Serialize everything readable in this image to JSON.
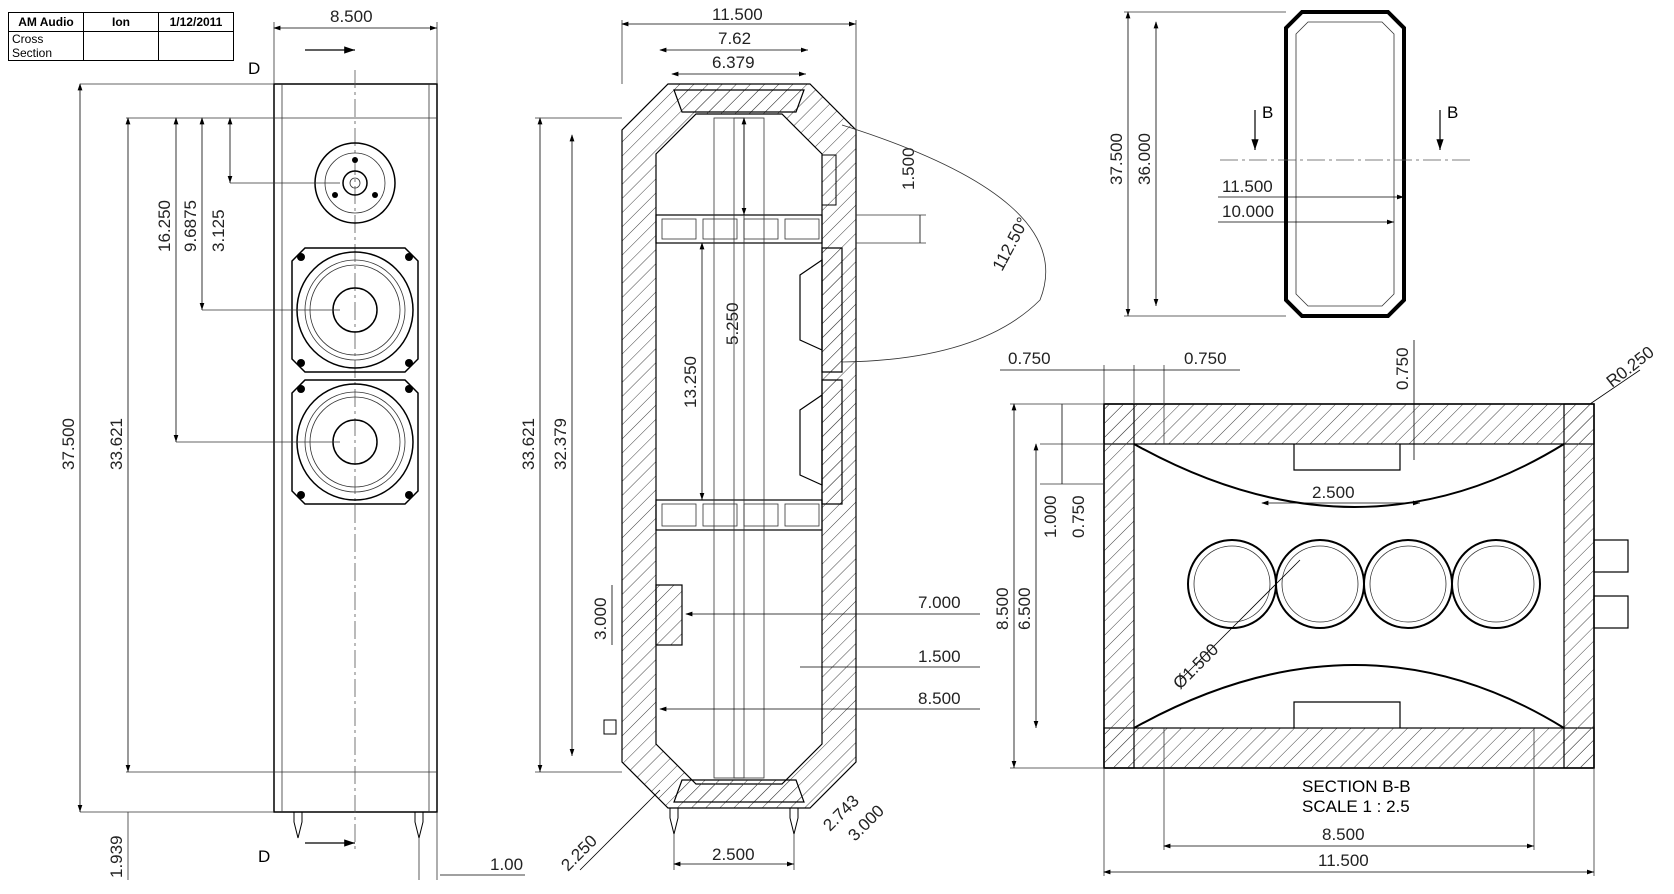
{
  "title_block": {
    "company": "AM Audio",
    "model": "Ion",
    "date": "1/12/2011",
    "sheet_name": "Cross Section"
  },
  "front_view": {
    "section_label_top": "D",
    "section_label_bottom": "D",
    "dims": {
      "width": "8.500",
      "height_total": "37.500",
      "height_cabinet": "33.621",
      "tweeter_to_bottom_woofer": "16.250",
      "tweeter_to_top_woofer": "9.6875",
      "tweeter_offset": "3.125",
      "feet": "1.939",
      "foot_offset": "1.00"
    }
  },
  "side_section": {
    "dims": {
      "depth": "11.500",
      "inner_top": "7.62",
      "inner_top2": "6.379",
      "brace_gap": "1.500",
      "driver_spacing": "5.250",
      "chamber": "13.250",
      "height_outer": "33.621",
      "height_inner": "32.379",
      "port_height": "3.000",
      "brace_depth": "7.000",
      "brace_thickness": "1.500",
      "inner_width": "8.500",
      "chamfer_a": "2.250",
      "chamfer_b": "2.743",
      "chamfer_c": "3.000",
      "foot_spacing": "2.500",
      "angle": "112.50°"
    }
  },
  "top_view": {
    "section_label_left": "B",
    "section_label_right": "B",
    "dims": {
      "height_total": "37.500",
      "height_inner": "36.000",
      "width_outer": "11.500",
      "width_inner": "10.000"
    }
  },
  "section_bb": {
    "title": "SECTION B-B",
    "scale": "SCALE 1 : 2.5",
    "dims": {
      "wall_left": "0.750",
      "wall_left2": "0.750",
      "wall_top": "0.750",
      "radius": "R0.250",
      "slot_width": "2.500",
      "brace_h1": "1.000",
      "brace_h2": "0.750",
      "height_outer": "8.500",
      "height_inner": "6.500",
      "hole_dia": "Ø1.500",
      "width_inner": "8.500",
      "width_outer": "11.500"
    }
  }
}
